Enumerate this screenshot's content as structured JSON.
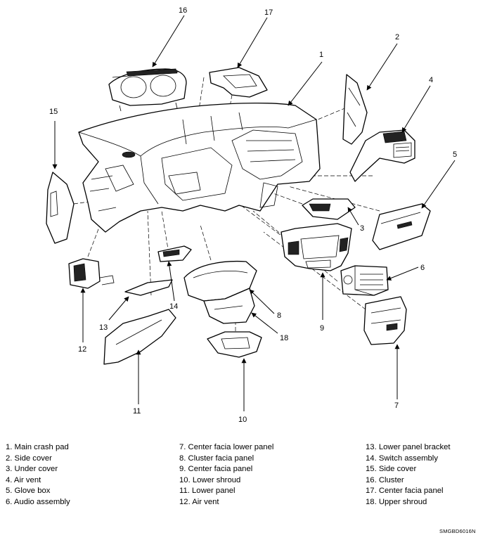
{
  "callouts": [
    "1",
    "2",
    "3",
    "4",
    "5",
    "6",
    "7",
    "8",
    "9",
    "10",
    "11",
    "12",
    "13",
    "14",
    "15",
    "16",
    "17",
    "18"
  ],
  "legend": {
    "col1": [
      "1. Main crash pad",
      "2. Side cover",
      "3. Under cover",
      "4. Air vent",
      "5. Glove box",
      "6. Audio assembly"
    ],
    "col2": [
      "7. Center facia lower panel",
      "8. Cluster facia panel",
      "9. Center facia panel",
      "10. Lower shroud",
      "11. Lower panel",
      "12. Air vent"
    ],
    "col3": [
      "13. Lower panel bracket",
      "14. Switch assembly",
      "15. Side cover",
      "16. Cluster",
      "17. Center facia panel",
      "18. Upper shroud"
    ]
  },
  "drawing_code": "SMGBD6016N"
}
